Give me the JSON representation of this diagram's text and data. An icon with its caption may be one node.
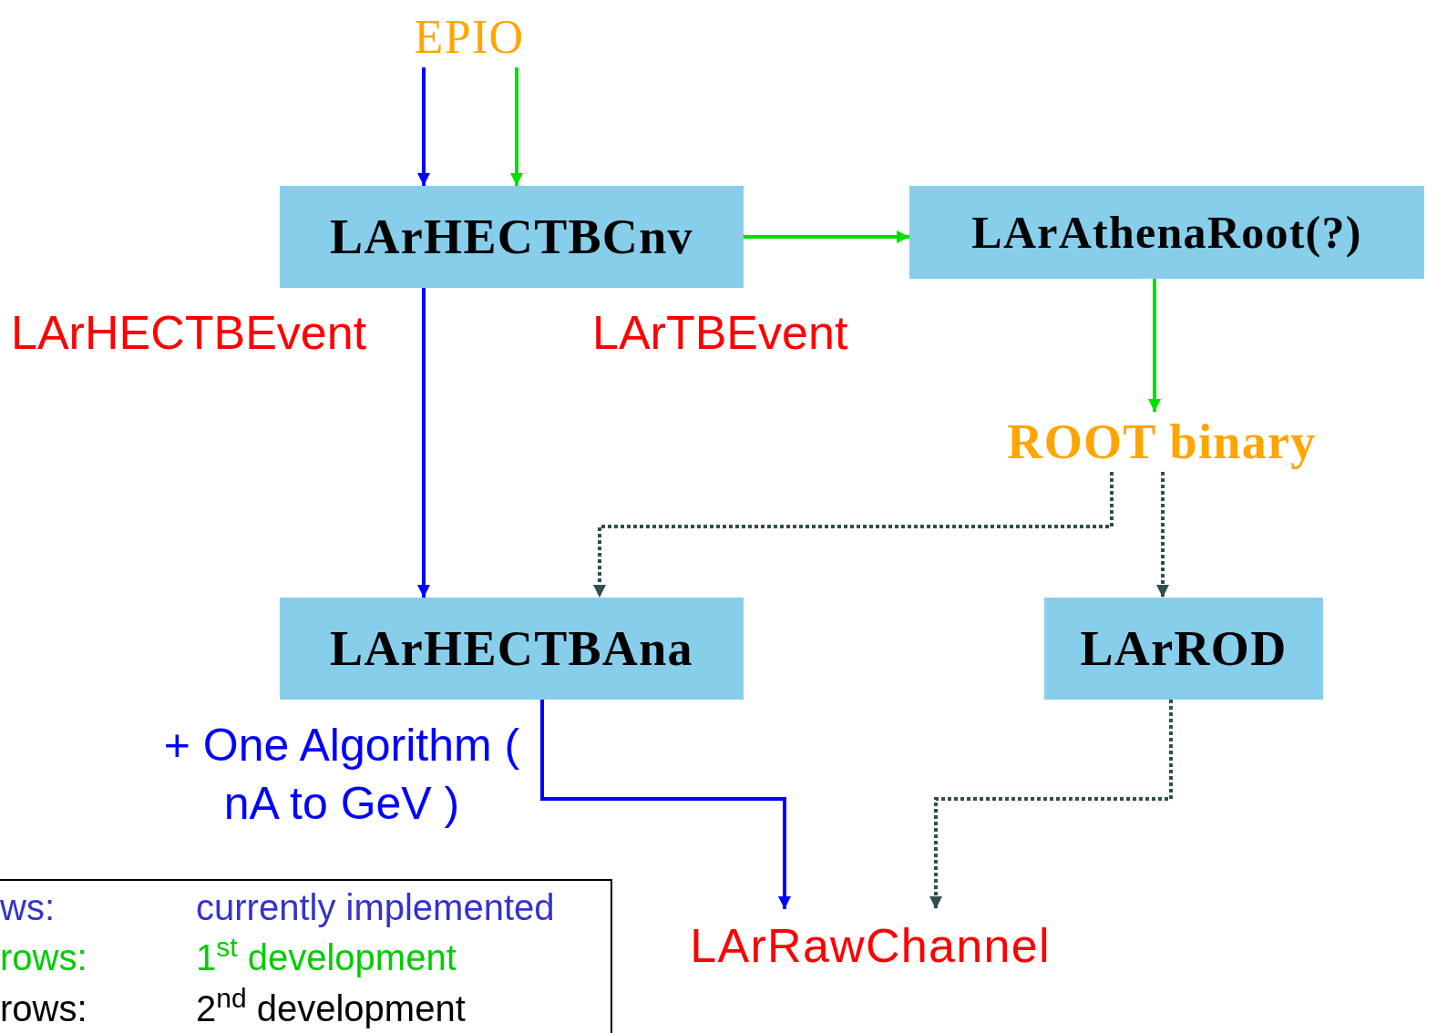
{
  "diagram": {
    "nodes": [
      {
        "text": [
          "EPIO"
        ]
      },
      {
        "text": [
          "LArHECTBCnv"
        ]
      },
      {
        "text": [
          "LArAthenaRoot(?)"
        ]
      },
      {
        "text": [
          "ROOT binary"
        ]
      },
      {
        "text": [
          "LArHECTBAna"
        ]
      },
      {
        "text": [
          "LArROD"
        ]
      },
      {
        "text": [
          "LArRawChannel"
        ]
      }
    ],
    "edges": [
      {
        "from": 0,
        "to": 1,
        "arrow": "to",
        "color": "#0000ff"
      },
      {
        "from": 0,
        "to": 1,
        "arrow": "to",
        "color": "#00e000"
      },
      {
        "from": 1,
        "to": 2,
        "arrow": "to",
        "color": "#00e000"
      },
      {
        "from": 1,
        "to": 4,
        "arrow": "to",
        "color": "#0000ff"
      },
      {
        "from": 2,
        "to": 3,
        "arrow": "to",
        "color": "#00e000"
      },
      {
        "from": 3,
        "to": 4,
        "arrow": "to",
        "style": "dashed",
        "color": "#2f4f4f"
      },
      {
        "from": 3,
        "to": 5,
        "arrow": "to",
        "style": "dashed",
        "color": "#2f4f4f"
      },
      {
        "from": 4,
        "to": 6,
        "arrow": "to",
        "color": "#0000ff"
      },
      {
        "from": 5,
        "to": 6,
        "arrow": "to",
        "style": "dashed",
        "color": "#2f4f4f"
      }
    ],
    "labels": [
      "LArHECTBEvent",
      "LArTBEvent",
      "+ One Algorithm ( nA to GeV )",
      "ws:",
      "currently implemented",
      "rows:",
      "1$^{st}$ development",
      "rows:",
      "2$^{nd}$ development"
    ]
  }
}
